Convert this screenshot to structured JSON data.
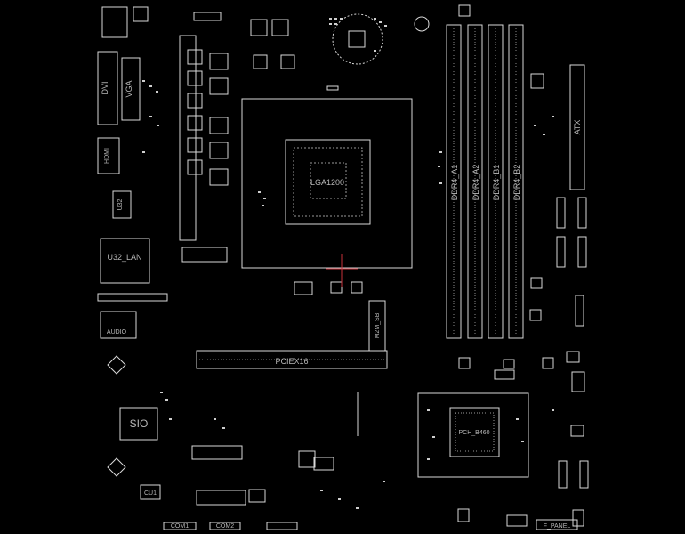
{
  "board": {
    "background_color": "#000000",
    "outline_color": "#d9d9d9",
    "label_color": "#b8b8b8",
    "marker_color": "#c8323a"
  },
  "labels": {
    "dvi": "DVI",
    "vga": "VGA",
    "hdmi": "HDMI",
    "usb": "U32",
    "lan": "U32_LAN",
    "audio": "AUDIO",
    "sio": "SIO",
    "cu1": "CU1",
    "cpu_socket": "LGA1200",
    "pcie": "PCIEX16",
    "m2": "M2M_SB",
    "pch": "PCH_B460",
    "atx": "ATX",
    "ddr_a1": "DDR4_A1",
    "ddr_a2": "DDR4_A2",
    "ddr_b1": "DDR4_B1",
    "ddr_b2": "DDR4_B2",
    "com1": "COM1",
    "com2": "COM2",
    "fpanel": "F_PANEL"
  }
}
